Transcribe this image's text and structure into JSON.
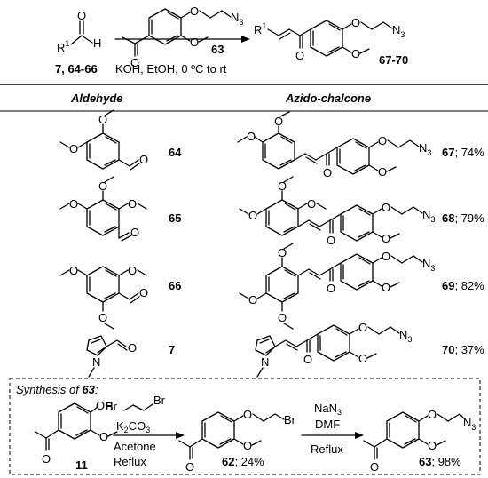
{
  "atoms": {
    "O": "O",
    "H": "H",
    "R": "R",
    "N": "N",
    "N3": "N",
    "N3_sub": "3",
    "one_sup": "1",
    "OH": "OH",
    "Br": "Br"
  },
  "top_scheme": {
    "reagent_label": "7, 64-66",
    "partner_label": "63",
    "conditions": "KOH, EtOH, 0 ºC to rt",
    "product_label": "67-70"
  },
  "table": {
    "col_aldehyde": "Aldehyde",
    "col_product": "Azido-chalcone",
    "rows": [
      {
        "aldehyde": "64",
        "product": "67",
        "yield": "; 74%"
      },
      {
        "aldehyde": "65",
        "product": "68",
        "yield": "; 79%"
      },
      {
        "aldehyde": "66",
        "product": "69",
        "yield": "; 82%"
      },
      {
        "aldehyde": "7",
        "product": "70",
        "yield": "; 37%"
      }
    ]
  },
  "synthesis": {
    "title_prefix": "Synthesis of ",
    "title_compound": "63",
    "title_suffix": ":",
    "start_label": "11",
    "step1_reagent1": "K",
    "step1_reagent1_sub": "2",
    "step1_reagent1_rest": "CO",
    "step1_reagent1_sub2": "3",
    "step1_solvent": "Acetone",
    "step1_temp": "Reflux",
    "intermediate_label": "62",
    "intermediate_yield": "; 24%",
    "step2_reagent1": "NaN",
    "step2_reagent1_sub": "3",
    "step2_solvent": "DMF",
    "step2_temp": "Reflux",
    "final_label": "63",
    "final_yield": "; 98%"
  }
}
